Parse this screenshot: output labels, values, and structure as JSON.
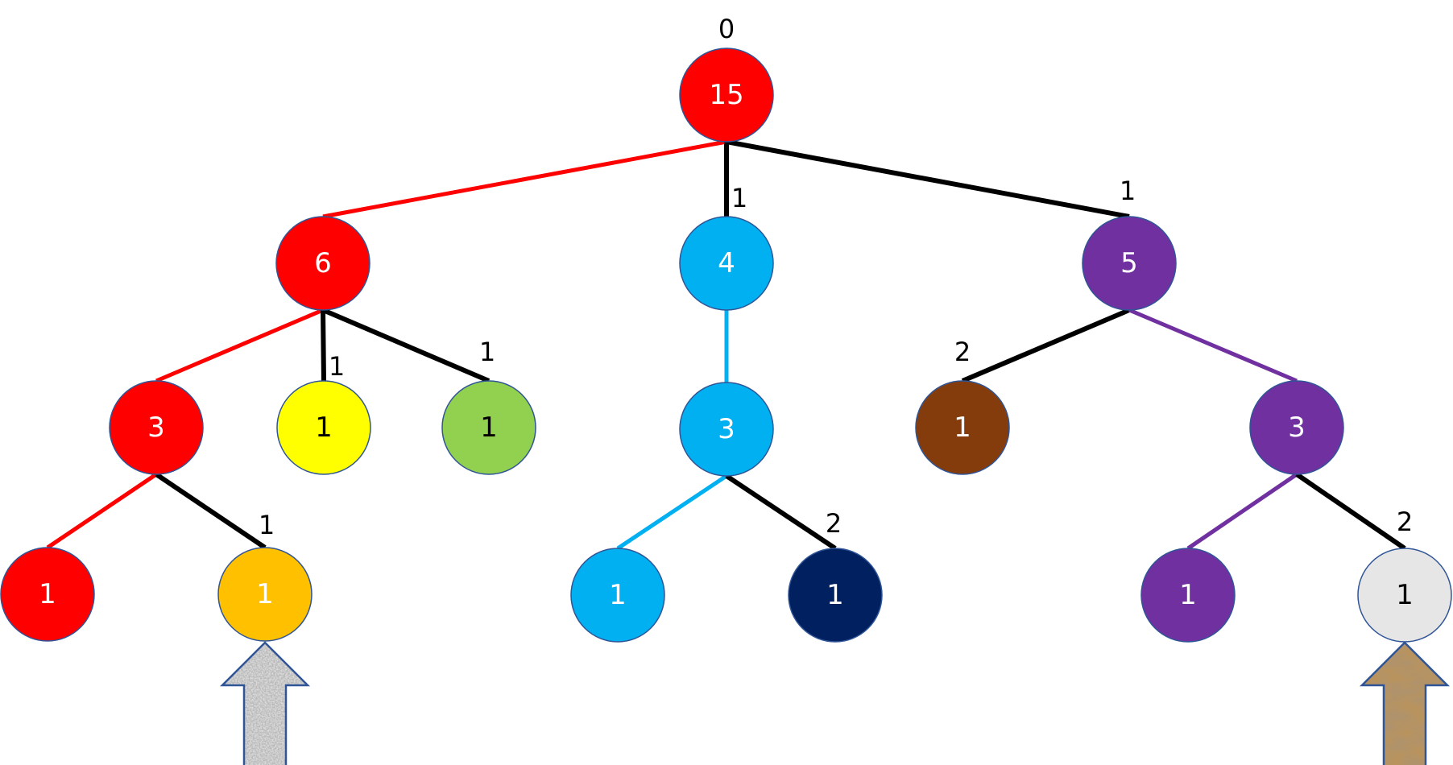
{
  "diagram": {
    "title": "Tree with subtree sizes and light/heavy edge labels",
    "root_label": "0",
    "colors": {
      "red": "#FF0000",
      "blue": "#00B0F0",
      "purple": "#7030A0",
      "yellow": "#FFFF00",
      "green": "#92D050",
      "orange": "#FFC000",
      "navy": "#002060",
      "brown": "#843C0C",
      "lightgray": "#E7E6E6",
      "black": "#000000",
      "outline": "#2F5597"
    },
    "nodes": [
      {
        "id": "n15",
        "value": "15",
        "fill": "red",
        "text": "white"
      },
      {
        "id": "n6",
        "value": "6",
        "fill": "red",
        "text": "white",
        "parent": "n15",
        "edge": "red"
      },
      {
        "id": "n4",
        "value": "4",
        "fill": "blue",
        "text": "white",
        "parent": "n15",
        "edge": "black",
        "edge_label": "1"
      },
      {
        "id": "n5",
        "value": "5",
        "fill": "purple",
        "text": "white",
        "parent": "n15",
        "edge": "black",
        "edge_label": "1"
      },
      {
        "id": "n6a",
        "value": "3",
        "fill": "red",
        "text": "white",
        "parent": "n6",
        "edge": "red"
      },
      {
        "id": "n6b",
        "value": "1",
        "fill": "yellow",
        "text": "black",
        "parent": "n6",
        "edge": "black",
        "edge_label": "1"
      },
      {
        "id": "n6c",
        "value": "1",
        "fill": "green",
        "text": "black",
        "parent": "n6",
        "edge": "black",
        "edge_label": "1"
      },
      {
        "id": "n4a",
        "value": "3",
        "fill": "blue",
        "text": "white",
        "parent": "n4",
        "edge": "blue"
      },
      {
        "id": "n5a",
        "value": "1",
        "fill": "brown",
        "text": "white",
        "parent": "n5",
        "edge": "black",
        "edge_label": "2"
      },
      {
        "id": "n5b",
        "value": "3",
        "fill": "purple",
        "text": "white",
        "parent": "n5",
        "edge": "purple"
      },
      {
        "id": "n6aa",
        "value": "1",
        "fill": "red",
        "text": "white",
        "parent": "n6a",
        "edge": "red"
      },
      {
        "id": "n6ab",
        "value": "1",
        "fill": "orange",
        "text": "white",
        "parent": "n6a",
        "edge": "black",
        "edge_label": "1"
      },
      {
        "id": "n4aa",
        "value": "1",
        "fill": "blue",
        "text": "white",
        "parent": "n4a",
        "edge": "blue"
      },
      {
        "id": "n4ab",
        "value": "1",
        "fill": "navy",
        "text": "white",
        "parent": "n4a",
        "edge": "black",
        "edge_label": "2"
      },
      {
        "id": "n5ba",
        "value": "1",
        "fill": "purple",
        "text": "white",
        "parent": "n5b",
        "edge": "purple"
      },
      {
        "id": "n5bb",
        "value": "1",
        "fill": "lightgray",
        "text": "black",
        "parent": "n5b",
        "edge": "black",
        "edge_label": "2"
      }
    ],
    "arrows": [
      {
        "id": "arrow-left",
        "points_to": "n6ab",
        "texture": "gray-granite",
        "base": "#B5B5B5",
        "speck": "#5A5A5A"
      },
      {
        "id": "arrow-right",
        "points_to": "n5bb",
        "texture": "crumpled-brown-paper",
        "base": "#B8935E",
        "speck": "#6E4E2A"
      }
    ]
  }
}
